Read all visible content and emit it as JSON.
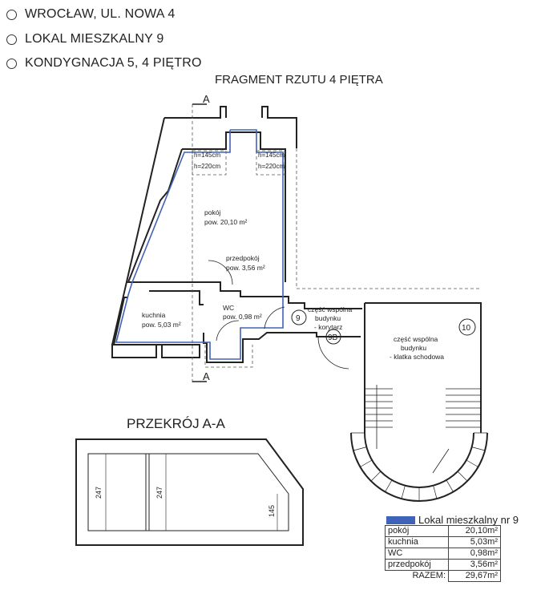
{
  "header": {
    "items": [
      "WROCŁAW,  UL. NOWA 4",
      "LOKAL MIESZKALNY 9",
      "KONDYGNACJA 5, 4 PIĘTRO"
    ]
  },
  "plan": {
    "title": "FRAGMENT RZUTU 4 PIĘTRA",
    "section_marker": "A",
    "height_labels": [
      "h=145cm",
      "h=220cm",
      "h=145cm",
      "h=220cm"
    ],
    "rooms": [
      {
        "name": "pokój",
        "area": "pow. 20,10 m²"
      },
      {
        "name": "przedpokój",
        "area": "pow. 3,56  m²"
      },
      {
        "name": "kuchnia",
        "area": "pow. 5,03  m²"
      },
      {
        "name": "WC",
        "area": "pow. 0,98  m²"
      }
    ],
    "corridor": [
      "część wspólna",
      "budynku",
      "- korytarz"
    ],
    "staircase": [
      "część wspólna",
      "budynku",
      "- klatka schodowa"
    ],
    "tags": [
      "9",
      "9B",
      "10"
    ]
  },
  "section": {
    "title": "PRZEKRÓJ A-A",
    "dims": [
      "247",
      "247",
      "145"
    ]
  },
  "legend": {
    "label": "Lokal mieszkalny nr 9",
    "color": "#3f63b8",
    "rows": [
      {
        "name": "pokój",
        "area": "20,10m²"
      },
      {
        "name": "kuchnia",
        "area": "5,03m²"
      },
      {
        "name": "WC",
        "area": "0,98m²"
      },
      {
        "name": "przedpokój",
        "area": "3,56m²"
      }
    ],
    "total_label": "RAZEM:",
    "total": "29,67m²"
  }
}
